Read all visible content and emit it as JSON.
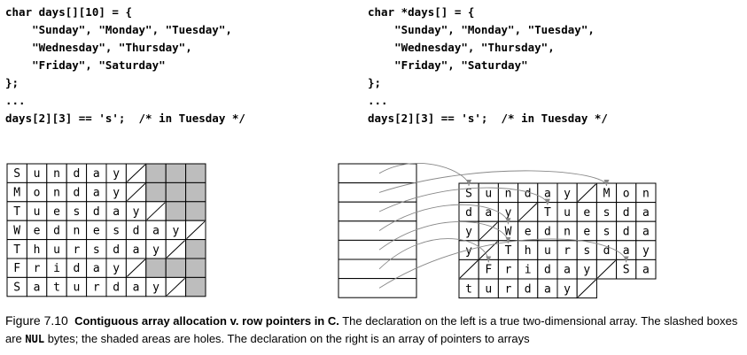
{
  "code_left": [
    "char days[][10] = {",
    "    \"Sunday\", \"Monday\", \"Tuesday\",",
    "    \"Wednesday\", \"Thursday\",",
    "    \"Friday\", \"Saturday\"",
    "};",
    "...",
    "days[2][3] == 's';  /* in Tuesday */"
  ],
  "code_right": [
    "char *days[] = {",
    "    \"Sunday\", \"Monday\", \"Tuesday\",",
    "    \"Wednesday\", \"Thursday\",",
    "    \"Friday\", \"Saturday\"",
    "};",
    "...",
    "days[2][3] == 's';  /* in Tuesday */"
  ],
  "contiguous_array": {
    "columns": 10,
    "rows": [
      "Sunday",
      "Monday",
      "Tuesday",
      "Wednesday",
      "Thursday",
      "Friday",
      "Saturday"
    ]
  },
  "pointer_array": {
    "strings": [
      "Sunday",
      "Monday",
      "Tuesday",
      "Wednesday",
      "Thursday",
      "Friday",
      "Saturday"
    ],
    "columns": 10
  },
  "colors": {
    "hole": "#bdbdbd",
    "line": "#000000",
    "arrow": "#888888"
  },
  "caption": {
    "figure_label": "Figure 7.10",
    "heading": "Contiguous array allocation v. row pointers in C.",
    "text1": " The declaration on the left is a true two-dimensional array. The slashed boxes are ",
    "nul": "NUL",
    "text2": " bytes; the shaded areas are holes. The declaration on the right is an array of pointers to arrays"
  }
}
